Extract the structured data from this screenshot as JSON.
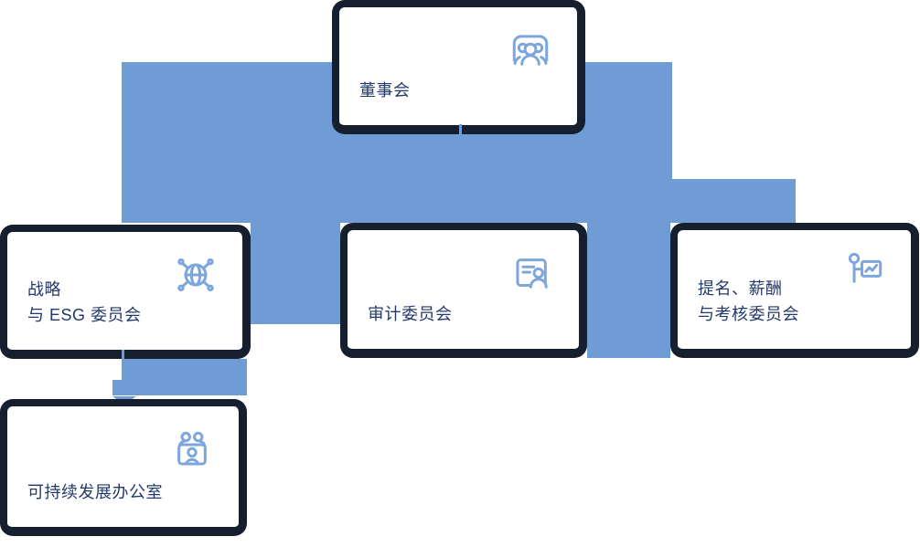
{
  "colors": {
    "connector_blue": "#6f9cd4",
    "box_border_navy": "#161f2d",
    "label_navy": "#24396b",
    "icon_blue": "#7ca6dc",
    "box_background": "#ffffff"
  },
  "nodes": [
    {
      "id": "board-of-directors",
      "icon": "board-meeting-icon",
      "label_lines": [
        "董事会"
      ]
    },
    {
      "id": "strategy-esg-committee",
      "icon": "globe-network-icon",
      "label_lines": [
        "战略",
        "与 ESG 委员会"
      ]
    },
    {
      "id": "audit-committee",
      "icon": "auditor-id-card-icon",
      "label_lines": [
        "审计委员会"
      ]
    },
    {
      "id": "nomination-remuneration-assessment-committee",
      "icon": "presenter-chart-icon",
      "label_lines": [
        "提名、薪酬",
        "与考核委员会"
      ]
    },
    {
      "id": "sustainable-development-office",
      "icon": "team-meeting-icon",
      "label_lines": [
        "可持续发展办公室"
      ]
    }
  ]
}
